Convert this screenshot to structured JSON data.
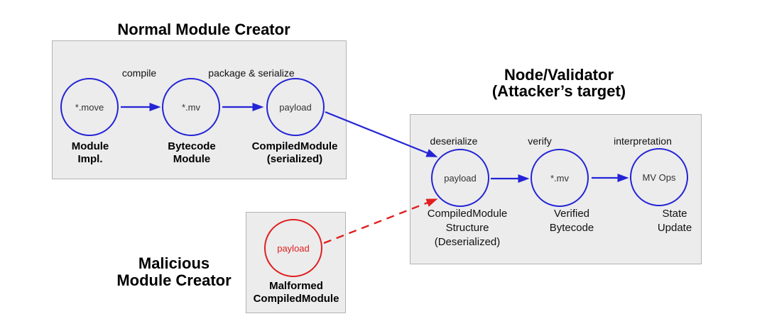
{
  "colors": {
    "blue": "#2424d6",
    "red": "#e02020",
    "box_fill": "#ececec",
    "box_border": "#b3b3b3",
    "text": "#000000"
  },
  "normal_creator": {
    "title": "Normal Module Creator",
    "steps": {
      "compile": "compile",
      "package_serialize": "package & serialize"
    },
    "nodes": {
      "module_impl": {
        "circle": "*.move",
        "caption": "Module\nImpl."
      },
      "bytecode_module": {
        "circle": "*.mv",
        "caption": "Bytecode\nModule"
      },
      "compiled_module": {
        "circle": "payload",
        "caption": "CompiledModule\n(serialized)"
      }
    }
  },
  "node_validator": {
    "title": "Node/Validator\n(Attacker’s target)",
    "steps": {
      "deserialize": "deserialize",
      "verify": "verify",
      "interpretation": "interpretation"
    },
    "nodes": {
      "compiled_structure": {
        "circle": "payload",
        "caption": "CompiledModule\nStructure\n(Deserialized)"
      },
      "verified_bytecode": {
        "circle": "*.mv",
        "caption": "Verified\nBytecode"
      },
      "state_update": {
        "circle": "MV Ops",
        "caption": "State\nUpdate"
      }
    }
  },
  "malicious_creator": {
    "title": "Malicious\nModule Creator",
    "nodes": {
      "malformed_module": {
        "circle": "payload",
        "caption": "Malformed\nCompiledModule"
      }
    }
  }
}
